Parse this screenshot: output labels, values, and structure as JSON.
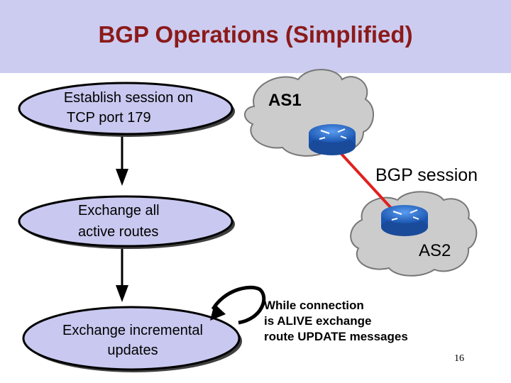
{
  "title": "BGP Operations (Simplified)",
  "steps": {
    "establish": {
      "line1": "Establish session on",
      "line2": "TCP port 179"
    },
    "exchange_all": {
      "line1": "Exchange all",
      "line2": "active routes"
    },
    "exchange_incremental": {
      "line1": "Exchange incremental",
      "line2": "updates"
    }
  },
  "network": {
    "as1_label": "AS1",
    "as2_label": "AS2",
    "session_label": "BGP session"
  },
  "note": {
    "line1": "While connection",
    "line2": "is ALIVE exchange",
    "line3": "route UPDATE messages"
  },
  "page_number": "16",
  "colors": {
    "title_bar": "#ccccf0",
    "title_text": "#8b1a1a",
    "ellipse_fill": "#c8c8f0",
    "cloud_fill": "#cccccc",
    "router": "#2a6fd1",
    "session_line": "#e02020"
  }
}
